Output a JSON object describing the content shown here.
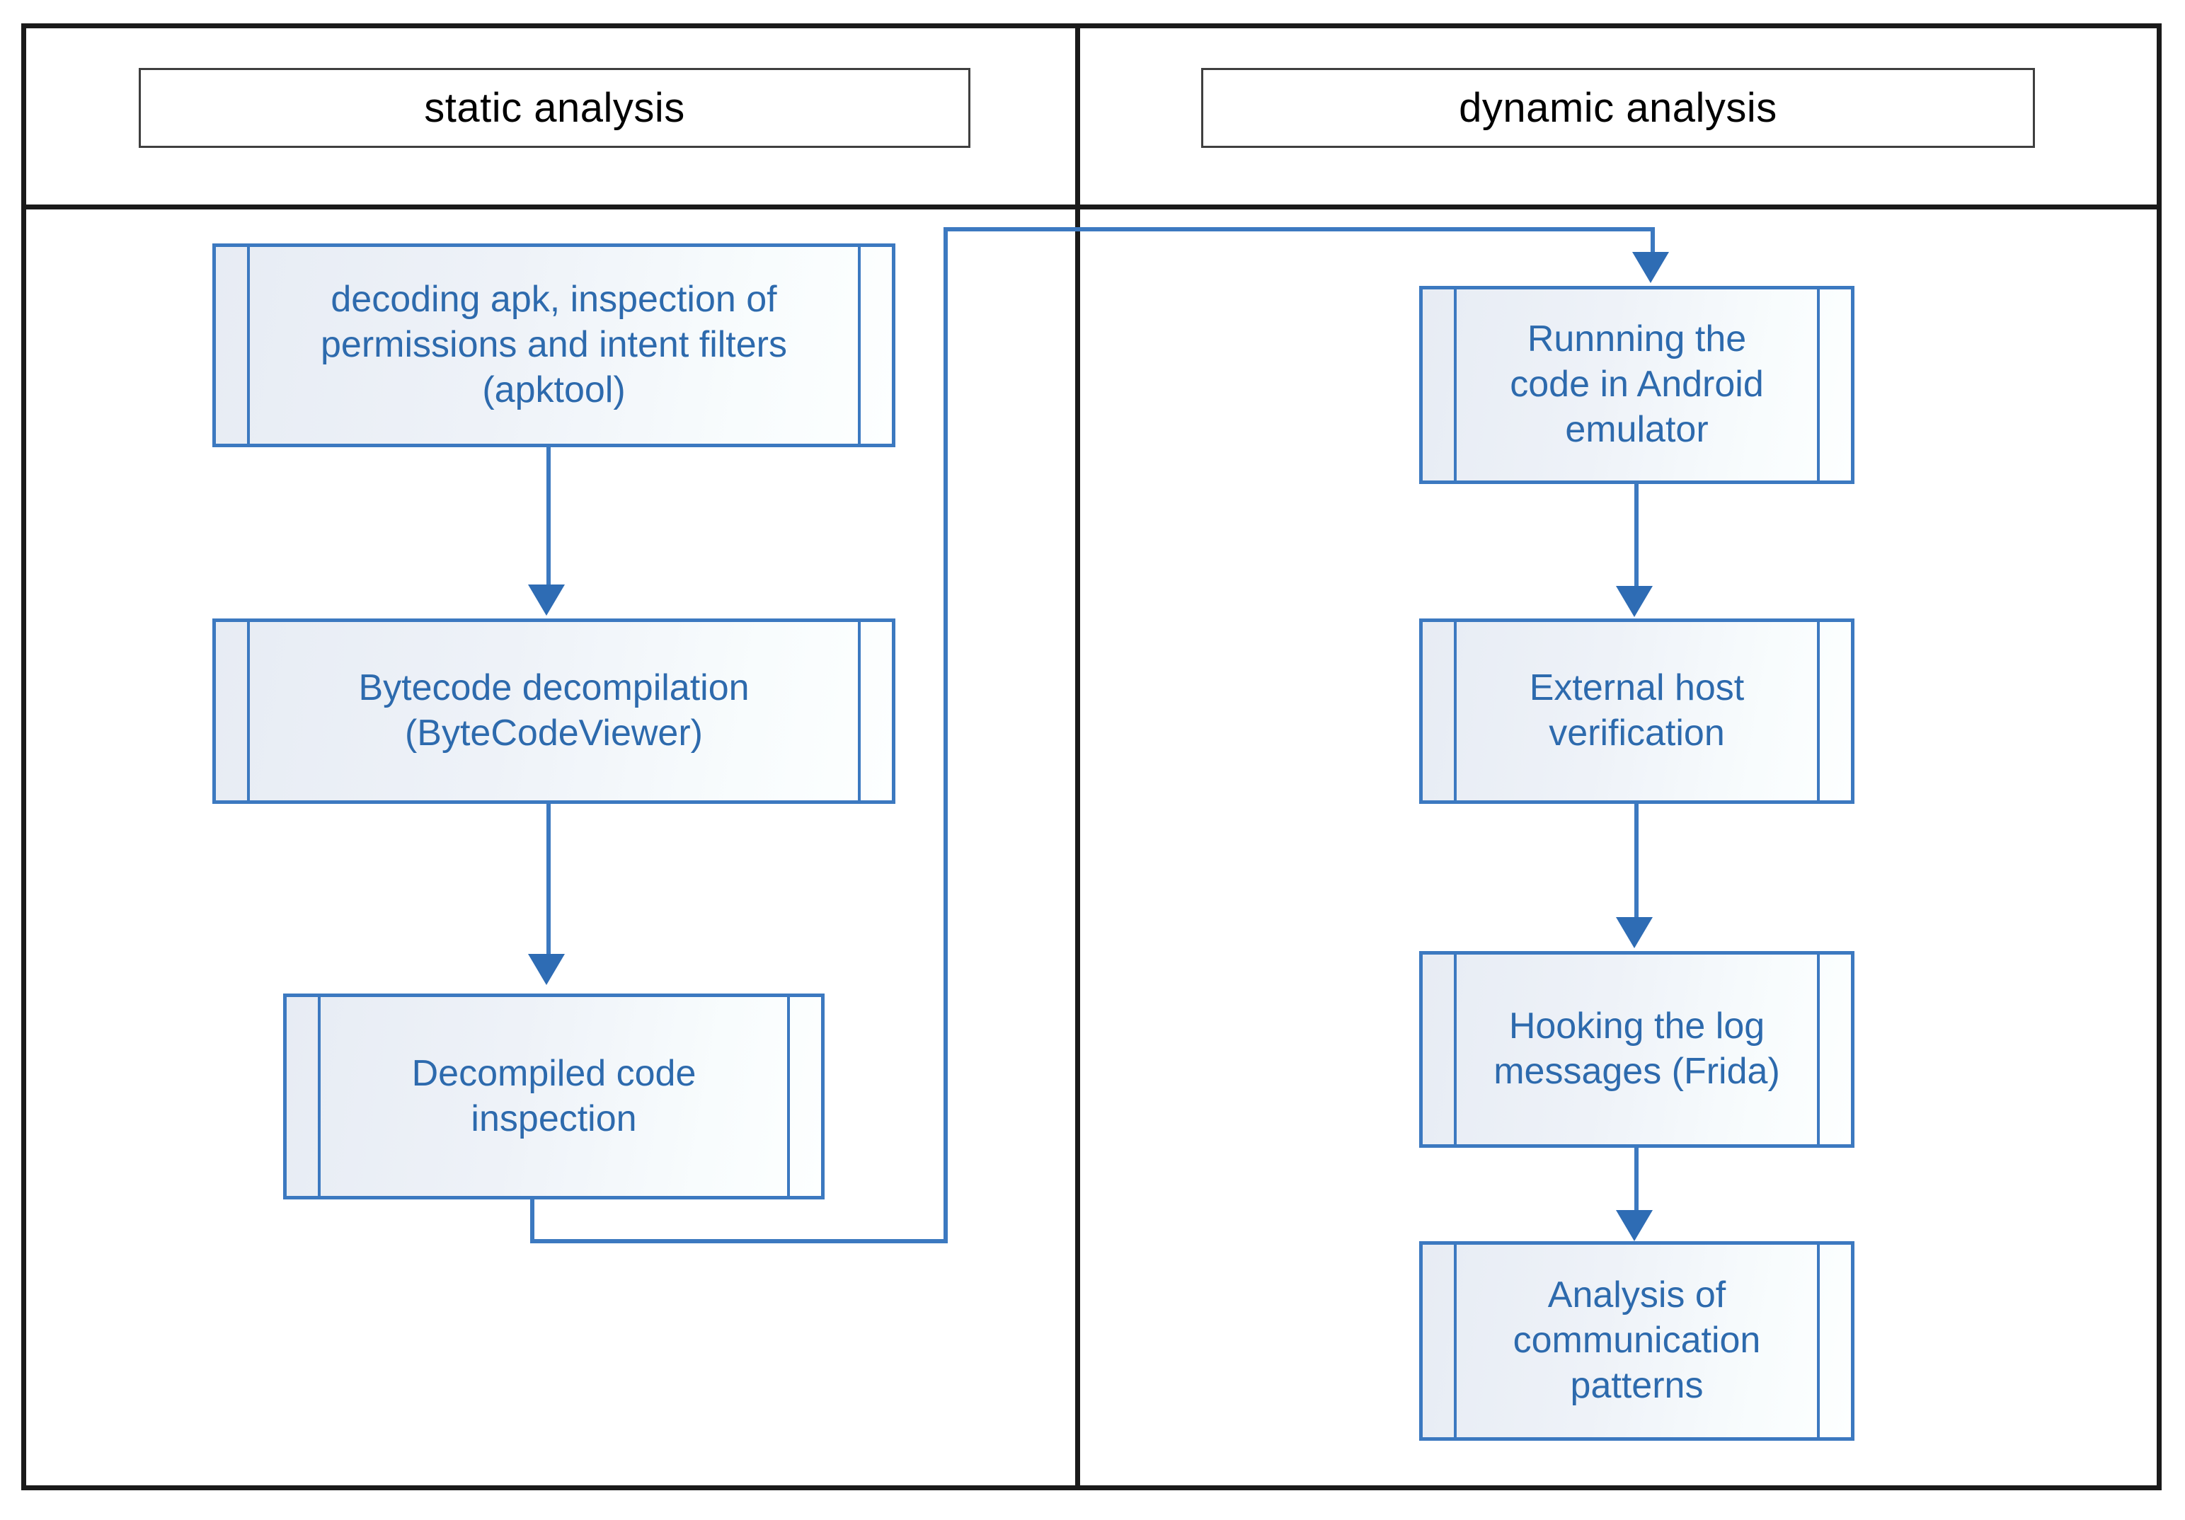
{
  "diagram": {
    "title": "static and dynamic analysis workflow",
    "accent_color": "#3c79c0",
    "text_color": "#2d6aad",
    "frame_color": "#1a1a1a"
  },
  "lanes": [
    {
      "id": "static",
      "header": "static analysis"
    },
    {
      "id": "dynamic",
      "header": "dynamic analysis"
    }
  ],
  "static_nodes": [
    {
      "id": "decoding",
      "label": "decoding apk, inspection of\npermissions and intent filters\n(apktool)"
    },
    {
      "id": "bytecode",
      "label": "Bytecode decompilation\n(ByteCodeViewer)"
    },
    {
      "id": "decompiled",
      "label": "Decompiled code\ninspection"
    }
  ],
  "dynamic_nodes": [
    {
      "id": "emulator",
      "label": "Runnning the\ncode in Android\nemulator"
    },
    {
      "id": "host",
      "label": "External host\nverification"
    },
    {
      "id": "hooking",
      "label": "Hooking the log\nmessages (Frida)"
    },
    {
      "id": "patterns",
      "label": "Analysis of\ncommunication\npatterns"
    }
  ],
  "connectors": [
    {
      "id": "static-1",
      "from": "decoding",
      "to": "bytecode",
      "style": "straight-arrow"
    },
    {
      "id": "static-2",
      "from": "bytecode",
      "to": "decompiled",
      "style": "straight-arrow"
    },
    {
      "id": "cross",
      "from": "decompiled",
      "to": "emulator",
      "style": "orthogonal-loop-arrow"
    },
    {
      "id": "dyn-1",
      "from": "emulator",
      "to": "host",
      "style": "straight-arrow"
    },
    {
      "id": "dyn-2",
      "from": "host",
      "to": "hooking",
      "style": "straight-arrow"
    },
    {
      "id": "dyn-3",
      "from": "hooking",
      "to": "patterns",
      "style": "straight-arrow"
    }
  ]
}
